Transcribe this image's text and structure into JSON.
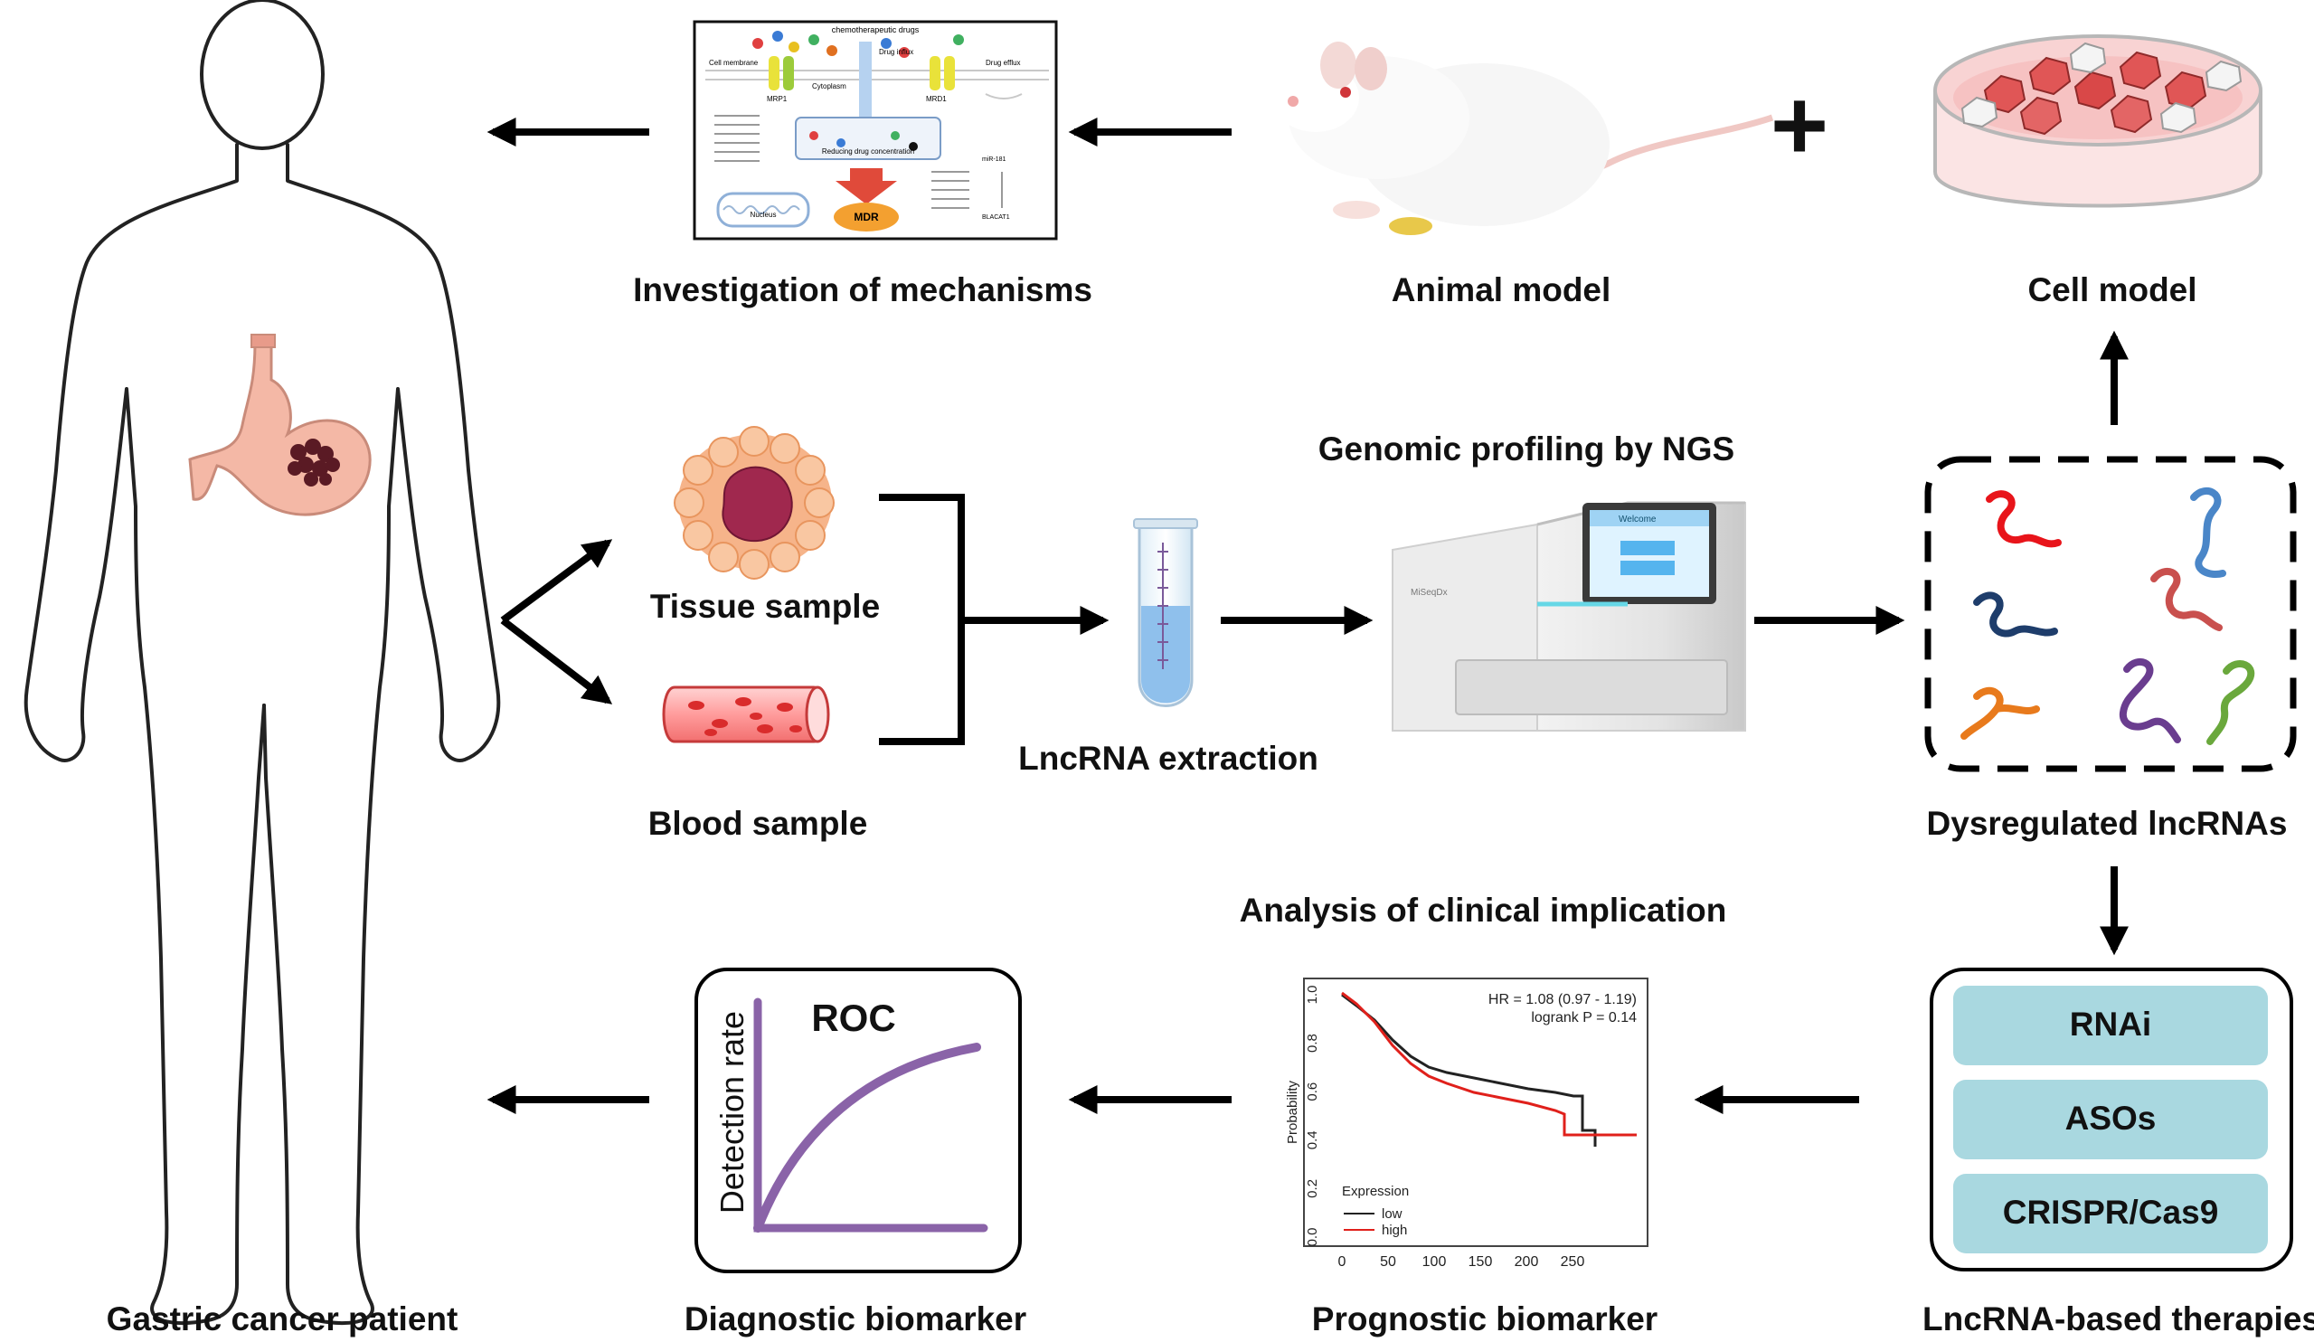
{
  "labels": {
    "investigation": "Investigation of mechanisms",
    "animal": "Animal model",
    "cell": "Cell model",
    "genomic": "Genomic profiling by NGS",
    "tissue": "Tissue sample",
    "blood": "Blood sample",
    "lncrna_extraction": "LncRNA extraction",
    "dysregulated": "Dysregulated lncRNAs",
    "clinical": "Analysis of clinical implication",
    "gastric": "Gastric cancer patient",
    "diagnostic": "Diagnostic biomarker",
    "prognostic": "Prognostic biomarker",
    "therapies": "LncRNA-based therapies"
  },
  "plus_sign": "+",
  "therapies": [
    "RNAi",
    "ASOs",
    "CRISPR/Cas9"
  ],
  "roc": {
    "title": "ROC",
    "ylabel": "Detection rate"
  },
  "mechanism": {
    "title": "chemotherapeutic drugs",
    "cell_membrane": "Cell membrane",
    "drug_influx": "Drug influx",
    "drug_efflux": "Drug efflux",
    "cytoplasm": "Cytoplasm",
    "mrp1": "MRP1",
    "mrd1": "MRD1",
    "reducing": "Reducing drug concentration",
    "nucleus": "Nucleus",
    "mdr": "MDR",
    "mir": "miR-181",
    "blacat": "BLACAT1"
  },
  "ngs": {
    "brand": "MiSeqDx",
    "screen": "Welcome"
  },
  "km": {
    "hr": "HR = 1.08 (0.97 - 1.19)",
    "logrank": "logrank P = 0.14",
    "ylabel": "Probability",
    "legend_title": "Expression",
    "series_low": "low",
    "series_high": "high",
    "xticks": [
      "0",
      "50",
      "100",
      "150",
      "200",
      "250"
    ],
    "yticks": [
      "0.0",
      "0.2",
      "0.4",
      "0.6",
      "0.8",
      "1.0"
    ],
    "colors": {
      "low": "#222222",
      "high": "#e0201b"
    }
  },
  "colors": {
    "therapy_box": "#a9d8e0",
    "roc_curve": "#8a63a8",
    "lncrna": [
      "#e8141a",
      "#4a86c8",
      "#1e3d6b",
      "#c9504e",
      "#e87a1c",
      "#6a3d8f",
      "#6aa83c"
    ]
  }
}
